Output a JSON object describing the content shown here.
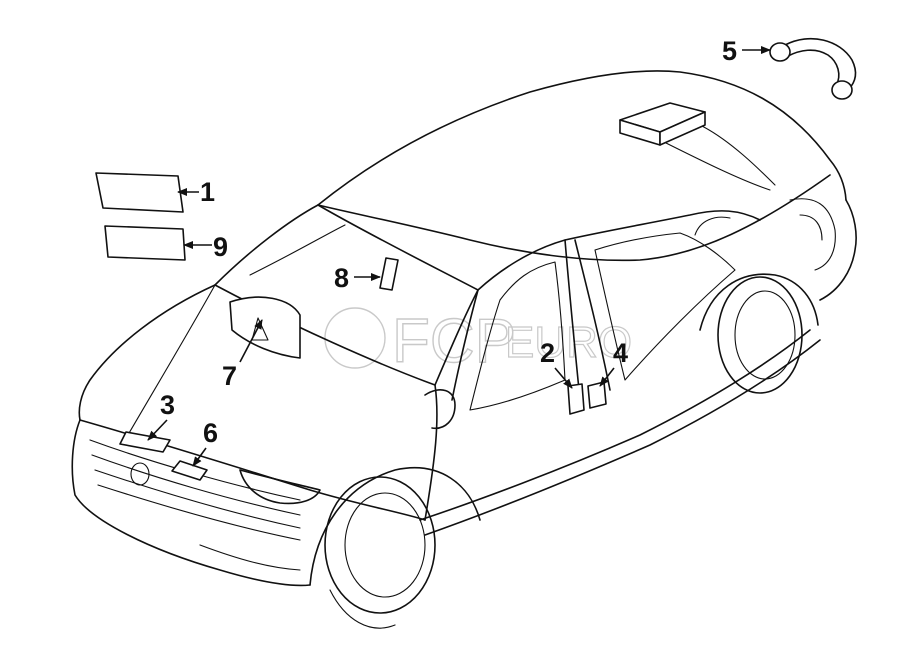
{
  "callouts": [
    {
      "id": "1",
      "label": "1"
    },
    {
      "id": "2",
      "label": "2"
    },
    {
      "id": "3",
      "label": "3"
    },
    {
      "id": "4",
      "label": "4"
    },
    {
      "id": "5",
      "label": "5"
    },
    {
      "id": "6",
      "label": "6"
    },
    {
      "id": "7",
      "label": "7"
    },
    {
      "id": "8",
      "label": "8"
    },
    {
      "id": "9",
      "label": "9"
    }
  ],
  "watermark": {
    "brand": "FCP",
    "suffix": "EURO"
  }
}
